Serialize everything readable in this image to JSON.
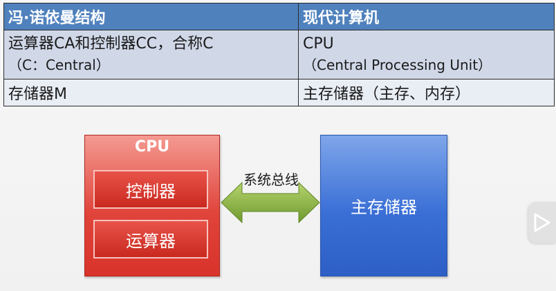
{
  "table": {
    "headers": [
      "冯·诺依曼结构",
      "现代计算机"
    ],
    "rows": [
      {
        "left": "运算器CA和控制器CC，合称C",
        "left_sub": "（C：Central）",
        "right": "CPU",
        "right_sub": "（Central Processing Unit）"
      },
      {
        "left": "存储器M",
        "right": "主存储器（主存、内存）"
      }
    ]
  },
  "diagram": {
    "cpu_label": "CPU",
    "controller_label": "控制器",
    "alu_label": "运算器",
    "bus_label": "系统总线",
    "memory_label": "主存储器"
  },
  "colors": {
    "header_blue": "#4f81bd",
    "row_light_blue": "#d0d8e8",
    "cpu_red": "#e0443b",
    "memory_blue": "#3a6fd6",
    "bus_green": "#7aa83a"
  },
  "icons": {
    "bus_arrow": "double-arrow-icon",
    "corner": "play-icon"
  }
}
